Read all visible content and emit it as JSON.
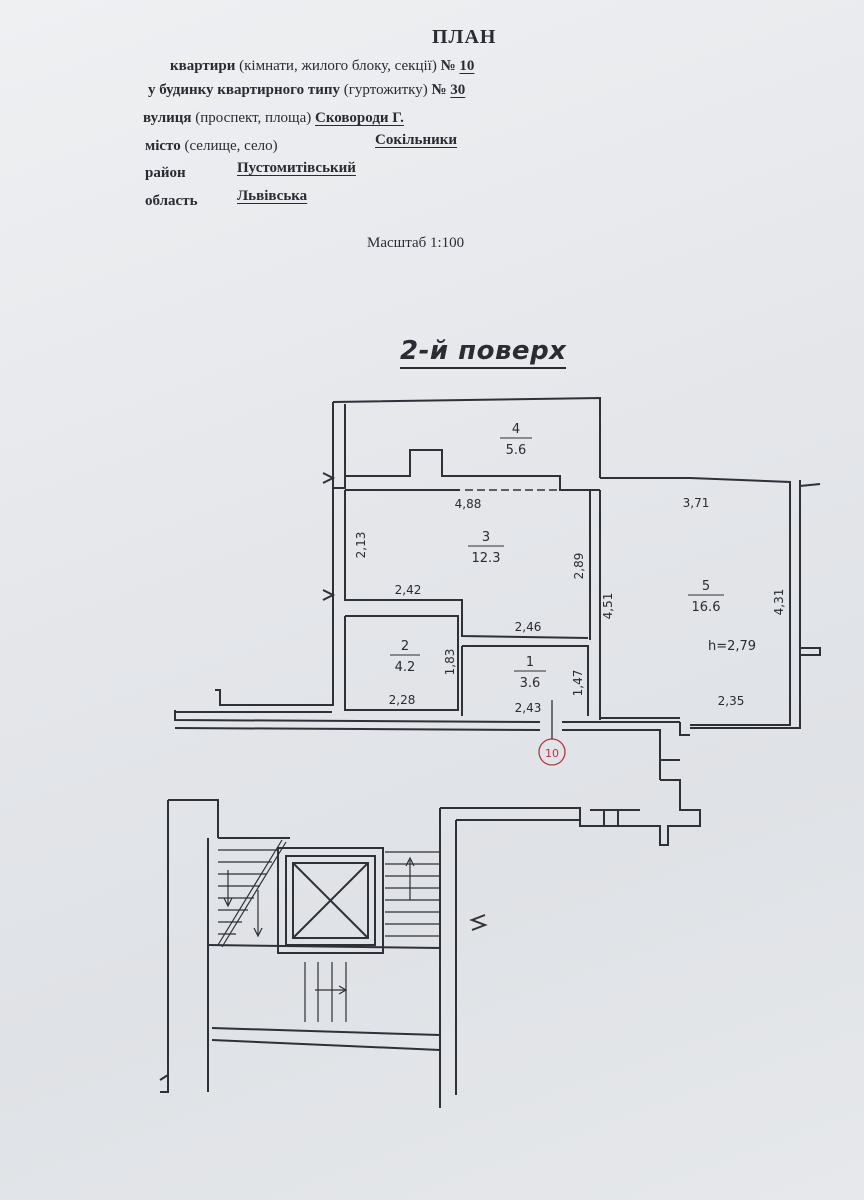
{
  "header": {
    "title": "ПЛАН",
    "line1_label": "квартири",
    "line1_note": "(кімнати, жилого блоку, секції)",
    "line1_no": "№",
    "line1_value": "10",
    "line2_label": "у будинку квартирного типу",
    "line2_note": "(гуртожитку)",
    "line2_no": "№",
    "line2_value": "30",
    "street_label": "вулиця",
    "street_note": "(проспект, площа)",
    "street_value": "Сковороди Г.",
    "city_label": "місто",
    "city_note": "(селище, село)",
    "city_value": "Сокільники",
    "district_label": "район",
    "district_value": "Пустомитівський",
    "region_label": "область",
    "region_value": "Львівська",
    "scale": "Масштаб 1:100"
  },
  "floor_title": "2-й поверх",
  "rooms": [
    {
      "number": "4",
      "area": "5.6"
    },
    {
      "number": "3",
      "area": "12.3"
    },
    {
      "number": "2",
      "area": "4.2"
    },
    {
      "number": "1",
      "area": "3.6"
    },
    {
      "number": "5",
      "area": "16.6"
    }
  ],
  "height_note": "h=2,79",
  "dimensions": {
    "d488": "4,88",
    "d371": "3,71",
    "d213": "2,13",
    "d289": "2,89",
    "d451": "4,51",
    "d431": "4,31",
    "d242": "2,42",
    "d246": "2,46",
    "d183": "1,83",
    "d147": "1,47",
    "d228": "2,28",
    "d243": "2,43",
    "d235": "2,35"
  },
  "apartment_marker": "10"
}
